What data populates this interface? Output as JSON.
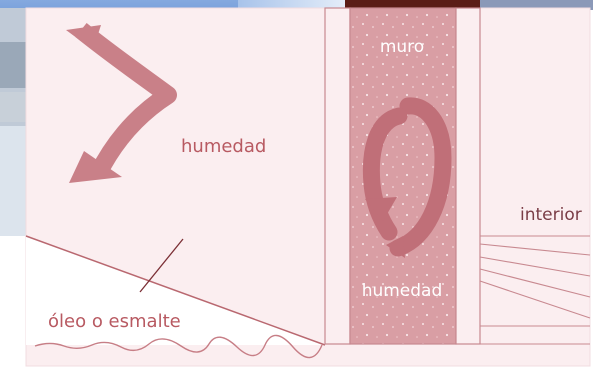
{
  "labels": {
    "moisture_left": "humedad",
    "wall": "muro",
    "moisture_wall": "humedad",
    "interior": "interior",
    "paint": "óleo o esmalte"
  },
  "colors": {
    "panel_bg": "#fbeef0",
    "wall_fill": "#d99ea4",
    "arrow": "#c98088",
    "line": "#b96870",
    "label": "#b85a62",
    "photo_sky": "#6f92c8",
    "photo_dark": "#5a1d16"
  },
  "icons": {
    "left_arrow": "curved-moisture-arrow-icon",
    "wall_arrow": "circular-moisture-arrow-icon"
  }
}
